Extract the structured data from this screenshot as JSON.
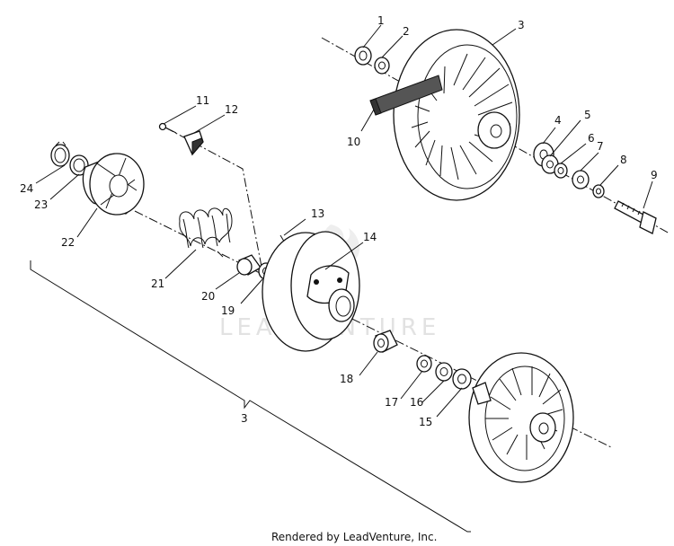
{
  "diagram": {
    "callouts": [
      {
        "id": "c1",
        "text": "1"
      },
      {
        "id": "c2",
        "text": "2"
      },
      {
        "id": "c3",
        "text": "3"
      },
      {
        "id": "c4",
        "text": "4"
      },
      {
        "id": "c5",
        "text": "5"
      },
      {
        "id": "c6",
        "text": "6"
      },
      {
        "id": "c7",
        "text": "7"
      },
      {
        "id": "c8",
        "text": "8"
      },
      {
        "id": "c9",
        "text": "9"
      },
      {
        "id": "c10",
        "text": "10"
      },
      {
        "id": "c11",
        "text": "11"
      },
      {
        "id": "c12",
        "text": "12"
      },
      {
        "id": "c13",
        "text": "13"
      },
      {
        "id": "c14",
        "text": "14"
      },
      {
        "id": "c15",
        "text": "15"
      },
      {
        "id": "c16",
        "text": "16"
      },
      {
        "id": "c17",
        "text": "17"
      },
      {
        "id": "c18",
        "text": "18"
      },
      {
        "id": "c19",
        "text": "19"
      },
      {
        "id": "c20",
        "text": "20"
      },
      {
        "id": "c21",
        "text": "21"
      },
      {
        "id": "c22",
        "text": "22"
      },
      {
        "id": "c23",
        "text": "23"
      },
      {
        "id": "c24",
        "text": "24"
      },
      {
        "id": "c3b",
        "text": "3"
      }
    ],
    "watermark": "LEADVENTURE",
    "footer": "Rendered by LeadVenture, Inc."
  }
}
